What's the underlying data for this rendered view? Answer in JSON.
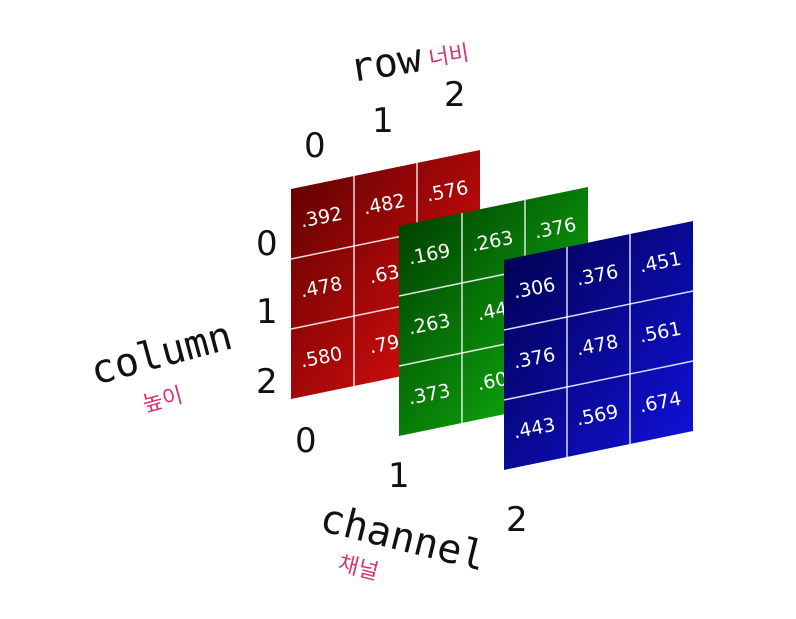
{
  "labels": {
    "row": "row",
    "row_ko": "너비",
    "column": "column",
    "column_ko": "높이",
    "channel": "channel",
    "channel_ko": "채널"
  },
  "row_ticks": [
    "0",
    "1",
    "2"
  ],
  "column_ticks": [
    "0",
    "1",
    "2"
  ],
  "channel_ticks": [
    "0",
    "1",
    "2"
  ],
  "channels": [
    {
      "name": "red",
      "colors": {
        "dark": "#5a0000",
        "light": "#ee1010"
      },
      "values": [
        [
          ".392",
          ".482",
          ".576"
        ],
        [
          ".478",
          ".63",
          ""
        ],
        [
          ".580",
          ".79",
          ""
        ]
      ]
    },
    {
      "name": "green",
      "colors": {
        "dark": "#003800",
        "light": "#10c010"
      },
      "values": [
        [
          ".169",
          ".263",
          ".376"
        ],
        [
          ".263",
          ".44",
          ""
        ],
        [
          ".373",
          ".60",
          ""
        ]
      ]
    },
    {
      "name": "blue",
      "colors": {
        "dark": "#00004a",
        "light": "#1212e0"
      },
      "values": [
        [
          ".306",
          ".376",
          ".451"
        ],
        [
          ".376",
          ".478",
          ".561"
        ],
        [
          ".443",
          ".569",
          ".674"
        ]
      ]
    }
  ]
}
